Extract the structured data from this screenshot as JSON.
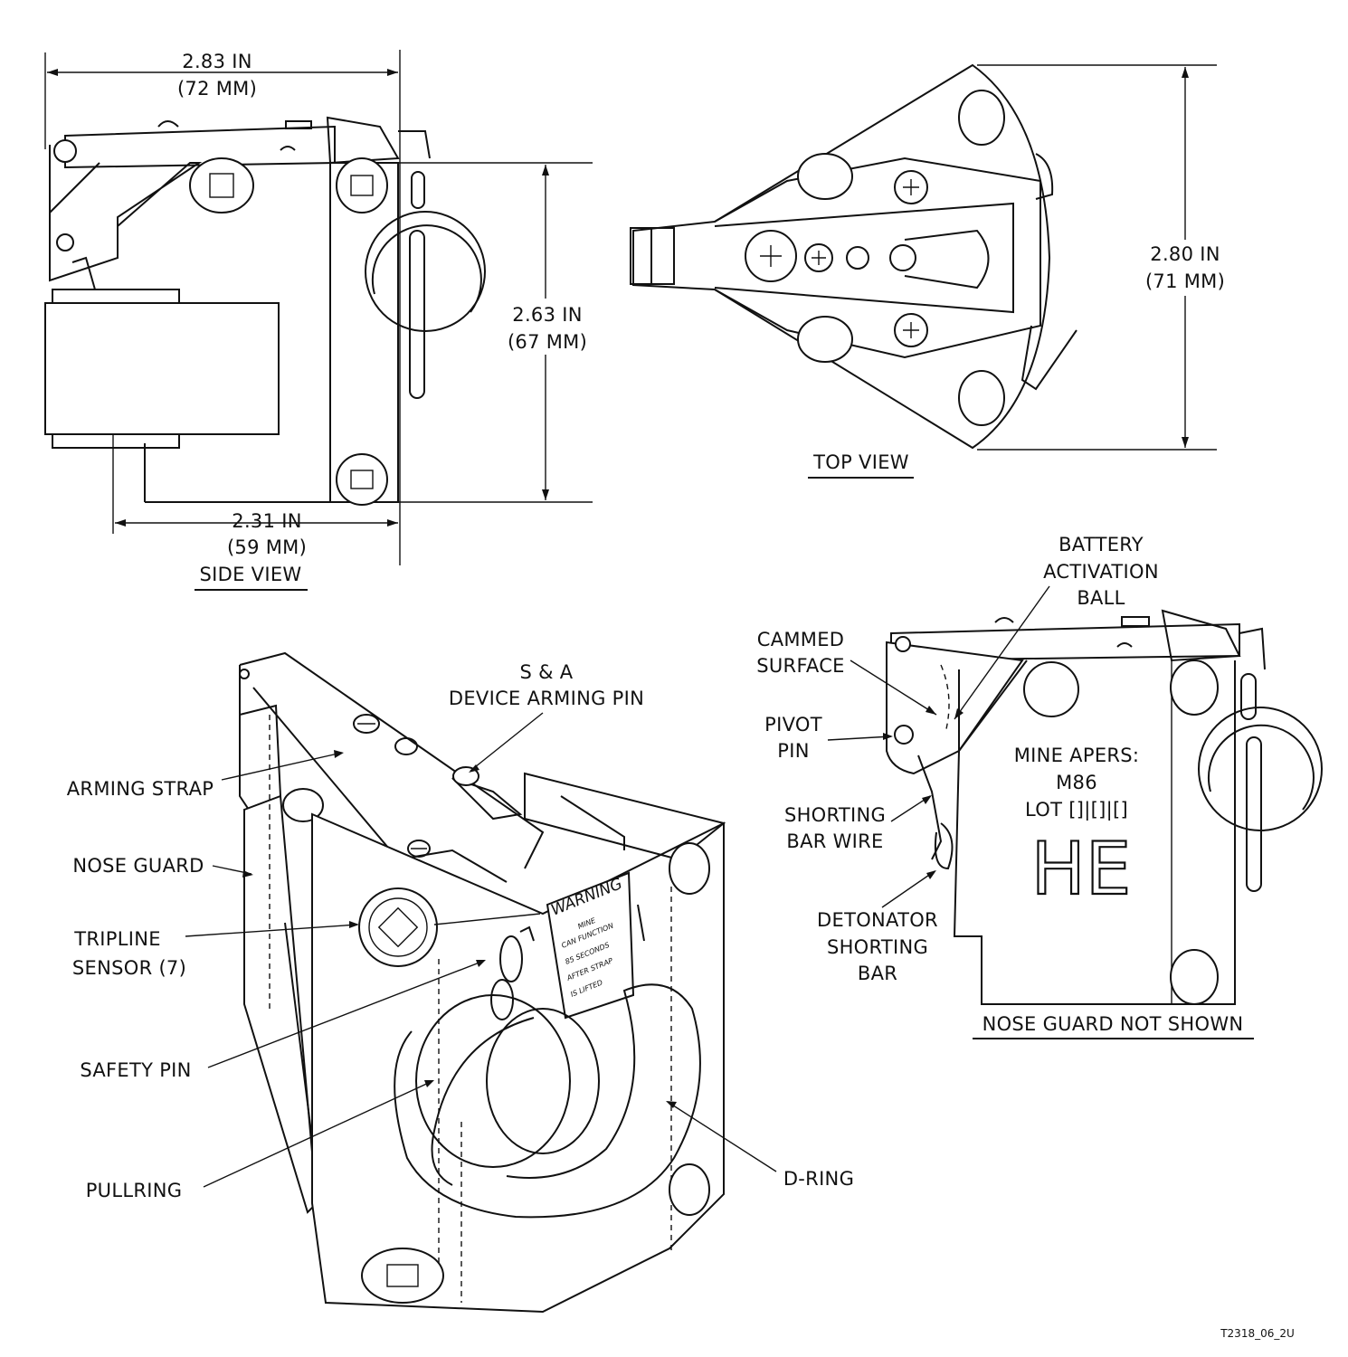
{
  "labels": {
    "side_width_in": "2.83 IN",
    "side_width_mm": "(72 MM)",
    "side_height_in": "2.63 IN",
    "side_height_mm": "(67 MM)",
    "side_base_in": "2.31 IN",
    "side_base_mm": "(59 MM)",
    "side_view": "SIDE VIEW",
    "top_height_in": "2.80 IN",
    "top_height_mm": "(71 MM)",
    "top_view": "TOP VIEW",
    "battery_1": "BATTERY",
    "battery_2": "ACTIVATION",
    "battery_3": "BALL",
    "cammed_1": "CAMMED",
    "cammed_2": "SURFACE",
    "pivot_1": "PIVOT",
    "pivot_2": "PIN",
    "shorting_wire_1": "SHORTING",
    "shorting_wire_2": "BAR WIRE",
    "detonator_1": "DETONATOR",
    "detonator_2": "SHORTING",
    "detonator_3": "BAR",
    "mine_line1": "MINE APERS:",
    "mine_line2": "M86",
    "mine_line3": "LOT []|[]|[]",
    "mine_he": "HE",
    "nose_guard_not_shown": "NOSE GUARD NOT SHOWN",
    "sa_1": "S & A",
    "sa_2": "DEVICE ARMING PIN",
    "arming_strap": "ARMING STRAP",
    "nose_guard": "NOSE GUARD",
    "tripline_1": "TRIPLINE",
    "tripline_2": "SENSOR (7)",
    "safety_pin": "SAFETY PIN",
    "pullring": "PULLRING",
    "d_ring": "D-RING",
    "warning": "WARNING",
    "warning_1": "MINE",
    "warning_2": "CAN FUNCTION",
    "warning_3": "85 SECONDS",
    "warning_4": "AFTER STRAP",
    "warning_5": "IS LIFTED",
    "figure_id": "T2318_06_2U"
  }
}
